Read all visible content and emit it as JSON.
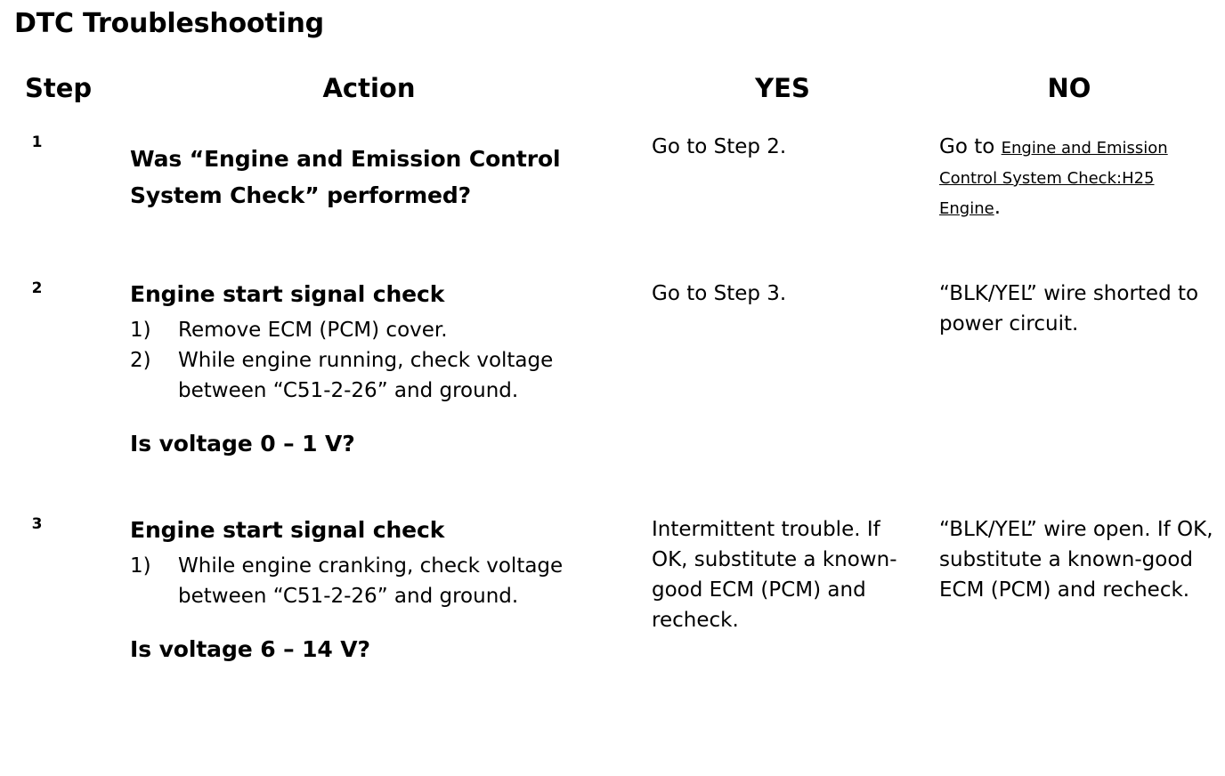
{
  "document": {
    "title": "DTC Troubleshooting"
  },
  "table": {
    "headers": {
      "step": "Step",
      "action": "Action",
      "yes": "YES",
      "no": "NO"
    },
    "rows": [
      {
        "step": "1",
        "action_heading": "Was “Engine and Emission Control System Check” performed?",
        "substeps": [],
        "question": "",
        "yes": "Go to Step 2.",
        "no_prefix": "Go to ",
        "no_link": "Engine and Emission Control System Check:H25 Engine",
        "no_suffix": ".",
        "no": ""
      },
      {
        "step": "2",
        "action_heading": "Engine start signal check",
        "substeps": [
          {
            "marker": "1)",
            "text": "Remove ECM (PCM) cover."
          },
          {
            "marker": "2)",
            "text": "While engine running, check voltage between “C51-2-26” and ground."
          }
        ],
        "question": "Is voltage 0 – 1 V?",
        "yes": "Go to Step 3.",
        "no_prefix": "",
        "no_link": "",
        "no_suffix": "",
        "no": "“BLK/YEL” wire shorted to power circuit."
      },
      {
        "step": "3",
        "action_heading": "Engine start signal check",
        "substeps": [
          {
            "marker": "1)",
            "text": "While engine cranking, check voltage between “C51-2-26” and ground."
          }
        ],
        "question": "Is voltage 6 – 14 V?",
        "yes": "Intermittent trouble. If OK, substitute a known-good ECM (PCM) and recheck.",
        "no_prefix": "",
        "no_link": "",
        "no_suffix": "",
        "no": "“BLK/YEL” wire open. If OK, substitute a known-good ECM (PCM) and recheck."
      }
    ]
  },
  "colors": {
    "text": "#000000",
    "background": "#ffffff"
  }
}
